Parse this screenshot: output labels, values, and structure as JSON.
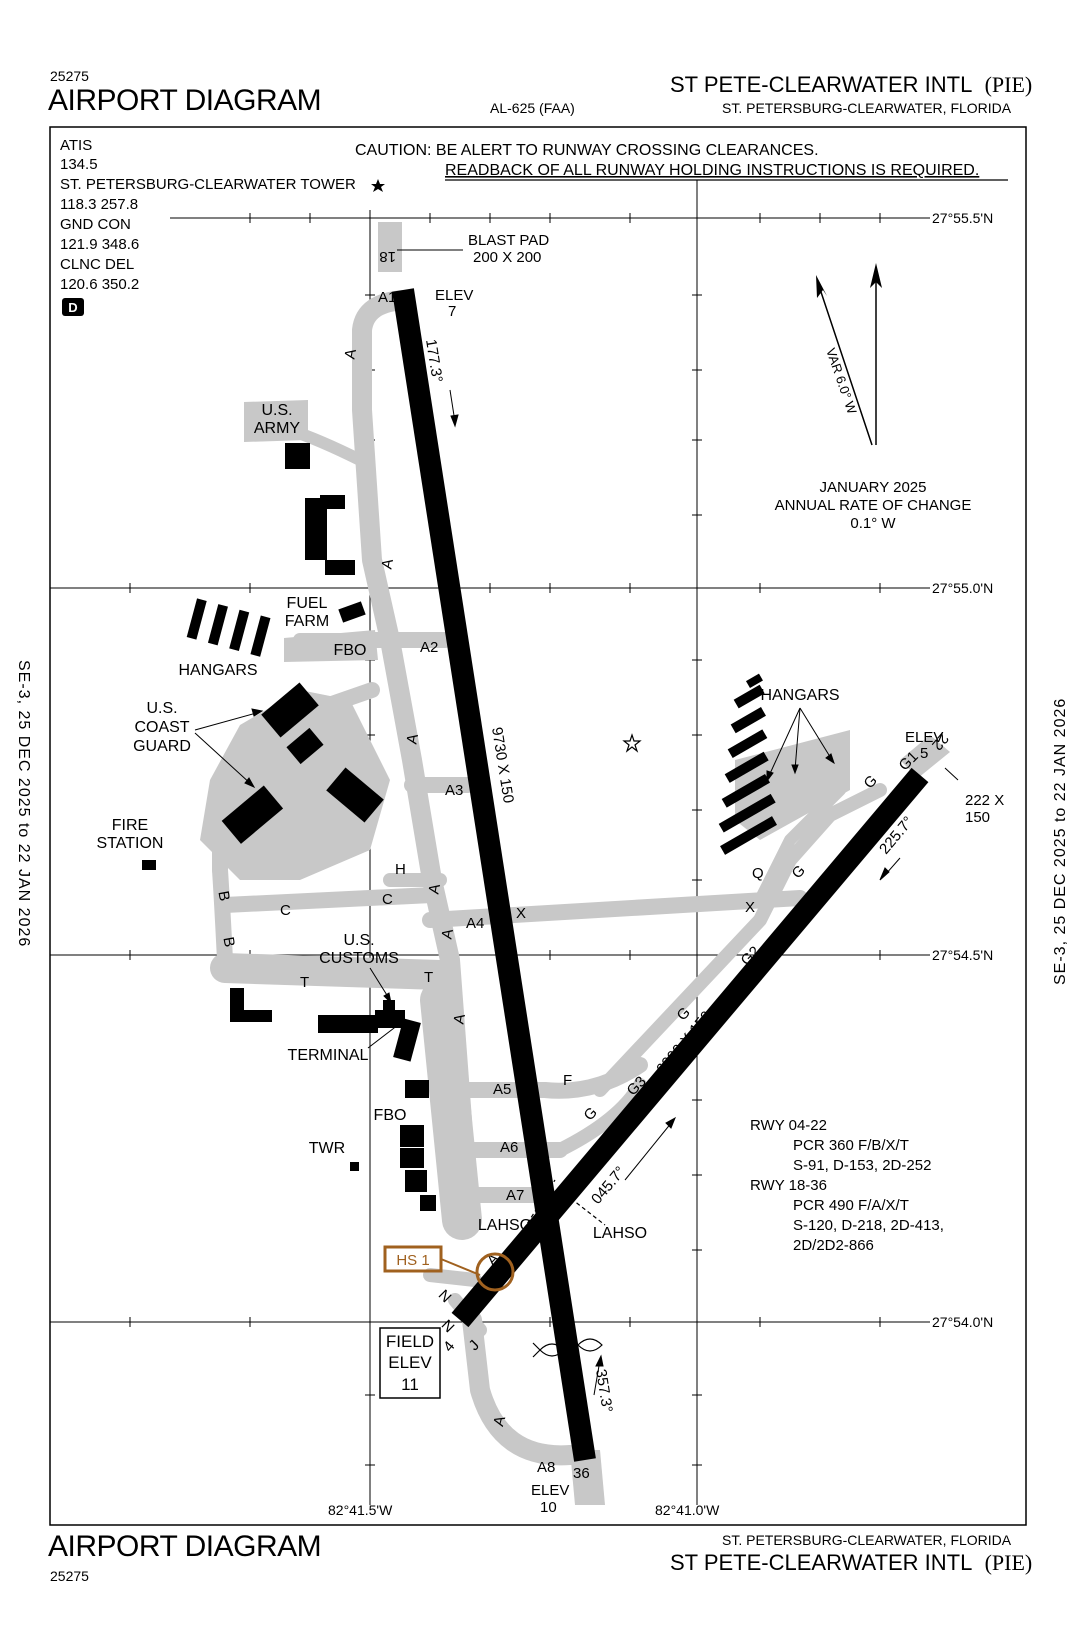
{
  "header": {
    "doc_id": "25275",
    "title": "AIRPORT DIAGRAM",
    "chart_code": "AL-625 (FAA)",
    "airport_name": "ST PETE-CLEARWATER INTL",
    "airport_id": "(PIE)",
    "city": "ST. PETERSBURG-CLEARWATER, FLORIDA"
  },
  "footer": {
    "doc_id": "25275",
    "title": "AIRPORT DIAGRAM",
    "airport_name": "ST PETE-CLEARWATER INTL",
    "airport_id": "(PIE)",
    "city": "ST. PETERSBURG-CLEARWATER, FLORIDA"
  },
  "side_label": "SE-3,  25 DEC 2025  to  22 JAN 2026",
  "frequencies": {
    "atis_label": "ATIS",
    "atis_freq": "134.5",
    "tower_label": "ST. PETERSBURG-CLEARWATER TOWER",
    "tower_freq": "118.3  257.8",
    "gnd_label": "GND CON",
    "gnd_freq": "121.9  348.6",
    "clnc_label": "CLNC DEL",
    "clnc_freq": "120.6  350.2",
    "class_badge": "D"
  },
  "caution": {
    "line1": "CAUTION: BE ALERT TO RUNWAY CROSSING CLEARANCES.",
    "line2": "READBACK OF ALL RUNWAY HOLDING INSTRUCTIONS IS REQUIRED."
  },
  "magvar": {
    "var_label": "VAR 6.0° W",
    "date": "JANUARY 2025",
    "rate_label": "ANNUAL RATE OF CHANGE",
    "rate": "0.1° W"
  },
  "latitudes": [
    "27°55.5'N",
    "27°55.0'N",
    "27°54.5'N",
    "27°54.0'N"
  ],
  "longitudes": [
    "82°41.5'W",
    "82°41.0'W"
  ],
  "runways": {
    "r18": "18",
    "r36": "36",
    "r04": "4",
    "r22": "22",
    "hdg_177": "177.3°",
    "hdg_357": "357.3°",
    "hdg_045": "045.7°",
    "hdg_225": "225.7°",
    "dims_1836": "9730 X 150",
    "dims_0422": "6000 X 150",
    "blast_pad_label": "BLAST PAD",
    "blast_pad_dims": "200 X 200",
    "elev_label": "ELEV",
    "elev_18": "7",
    "elev_36": "10",
    "elev_22": "5",
    "end22_dims_a": "222 X",
    "end22_dims_b": "150"
  },
  "taxiways": {
    "A": "A",
    "A1": "A1",
    "A2": "A2",
    "A3": "A3",
    "A4": "A4",
    "A5": "A5",
    "A6": "A6",
    "A7": "A7",
    "A8": "A8",
    "B": "B",
    "C": "C",
    "F": "F",
    "G": "G",
    "G1": "G1",
    "G2": "G2",
    "G3": "G3",
    "H": "H",
    "J": "J",
    "Q": "Q",
    "T": "T",
    "X": "X",
    "N": "N"
  },
  "facilities": {
    "us_army_1": "U.S.",
    "us_army_2": "ARMY",
    "fuel_1": "FUEL",
    "fuel_2": "FARM",
    "fbo": "FBO",
    "hangars": "HANGARS",
    "coast_1": "U.S.",
    "coast_2": "COAST",
    "coast_3": "GUARD",
    "fire_1": "FIRE",
    "fire_2": "STATION",
    "customs_1": "U.S.",
    "customs_2": "CUSTOMS",
    "terminal": "TERMINAL",
    "twr": "TWR",
    "lahso": "LAHSO",
    "hotspot": "HS 1",
    "field_elev_1": "FIELD",
    "field_elev_2": "ELEV",
    "field_elev_3": "11"
  },
  "pcr": {
    "rwy0422_label": "RWY 04-22",
    "rwy0422_pcr": "PCR 360 F/B/X/T",
    "rwy0422_wt": "S-91, D-153, 2D-252",
    "rwy1836_label": "RWY 18-36",
    "rwy1836_pcr": "PCR 490 F/A/X/T",
    "rwy1836_wt1": "S-120, D-218, 2D-413,",
    "rwy1836_wt2": "2D/2D2-866"
  },
  "colors": {
    "runway": "#000000",
    "taxiway": "#c8c8c8",
    "hotspot": "#a0611f",
    "building": "#000000"
  }
}
